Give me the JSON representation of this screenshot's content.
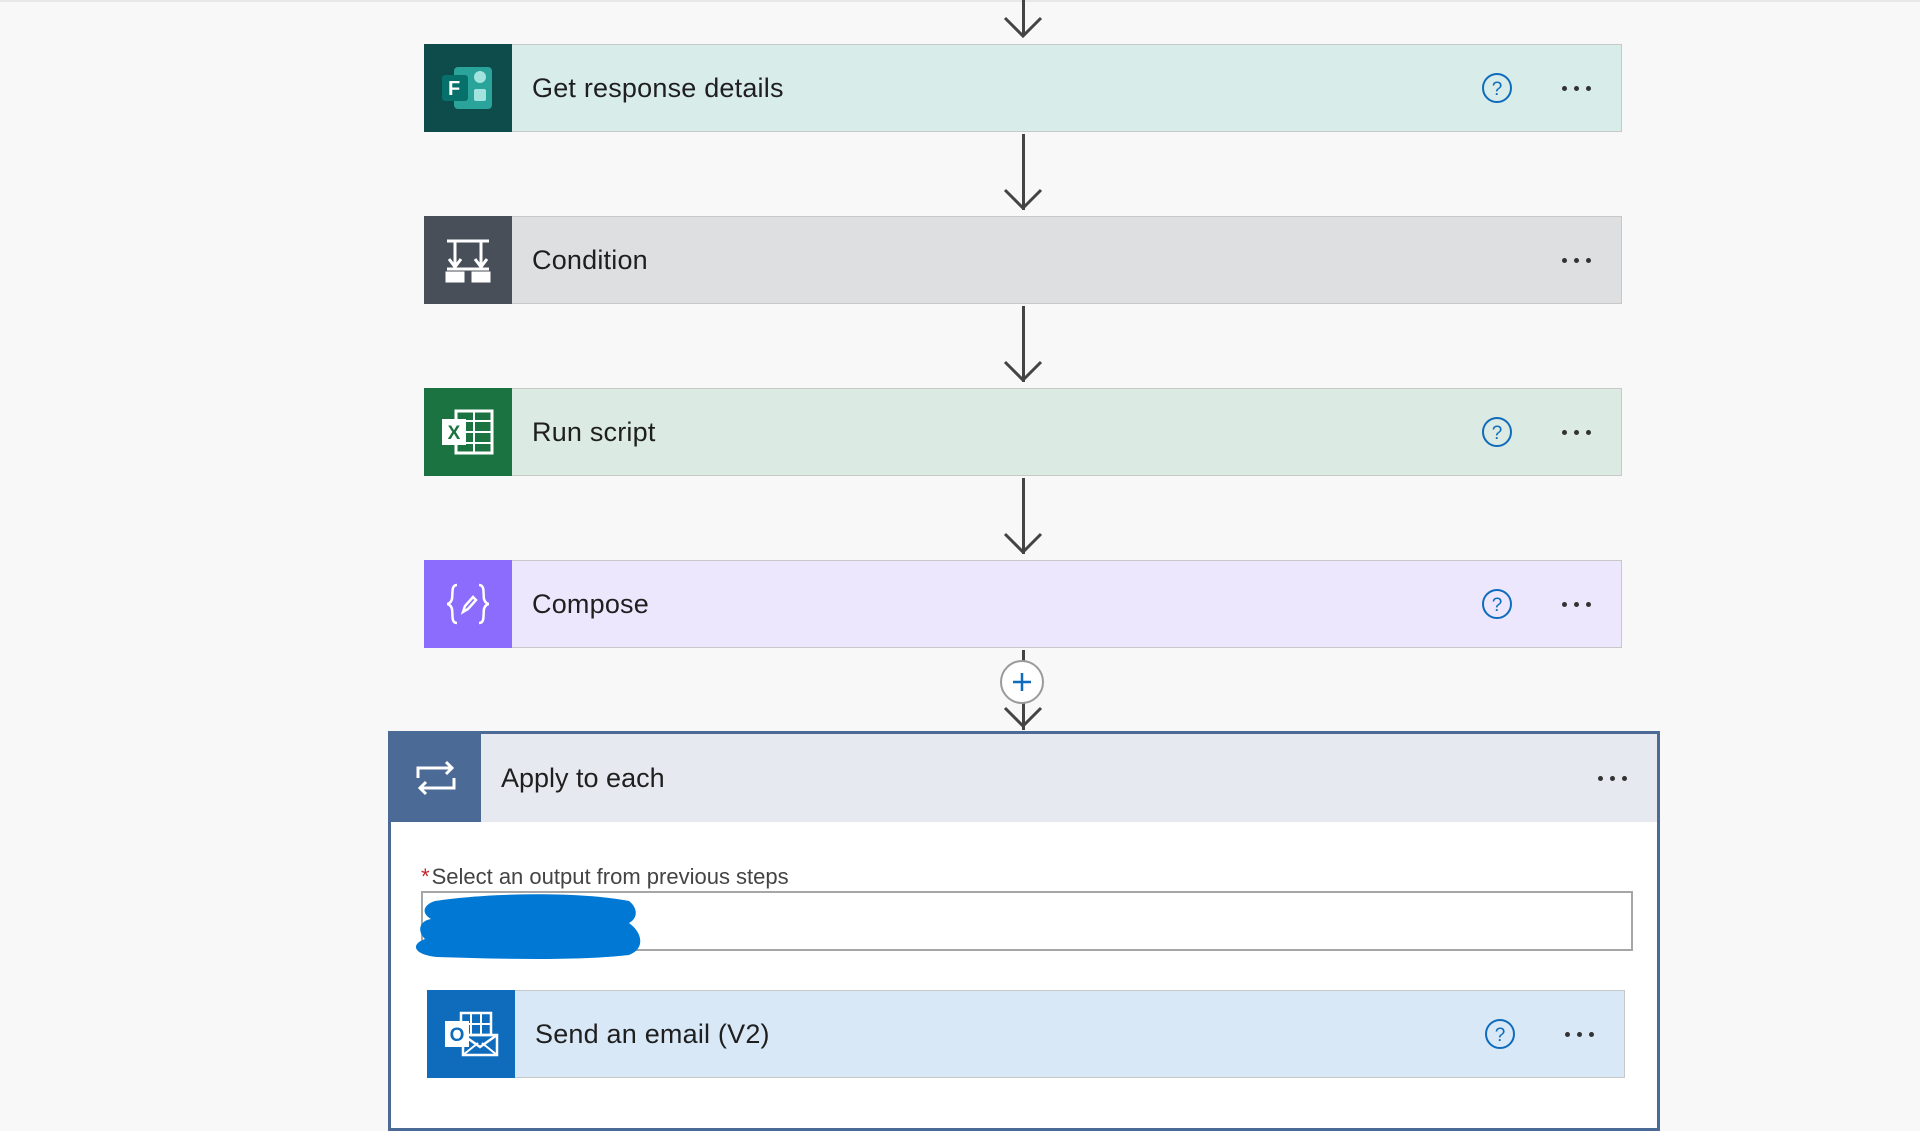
{
  "steps": [
    {
      "title": "Get response details",
      "icon": "forms-icon",
      "bg": "#d8ecea",
      "icon_bg": "#0d4c4a",
      "has_help": true
    },
    {
      "title": "Condition",
      "icon": "condition-icon",
      "bg": "#dedfe1",
      "icon_bg": "#484f58",
      "has_help": false
    },
    {
      "title": "Run script",
      "icon": "excel-icon",
      "bg": "#dbeae2",
      "icon_bg": "#1a7340",
      "has_help": true
    },
    {
      "title": "Compose",
      "icon": "compose-icon",
      "bg": "#ede7fd",
      "icon_bg": "#8c6cfc",
      "has_help": true
    }
  ],
  "apply_to_each": {
    "title": "Apply to each",
    "icon": "loop-icon",
    "field_label": "Select an output from previous steps",
    "required_mark": "*",
    "inner_step": {
      "title": "Send an email (V2)",
      "icon": "outlook-icon",
      "bg": "#d8e8f6",
      "icon_bg": "#0f6cbd",
      "has_help": true
    }
  },
  "colors": {
    "accent": "#0f6cbd",
    "loop_border": "#4b6a95",
    "redaction": "#0078d4"
  }
}
